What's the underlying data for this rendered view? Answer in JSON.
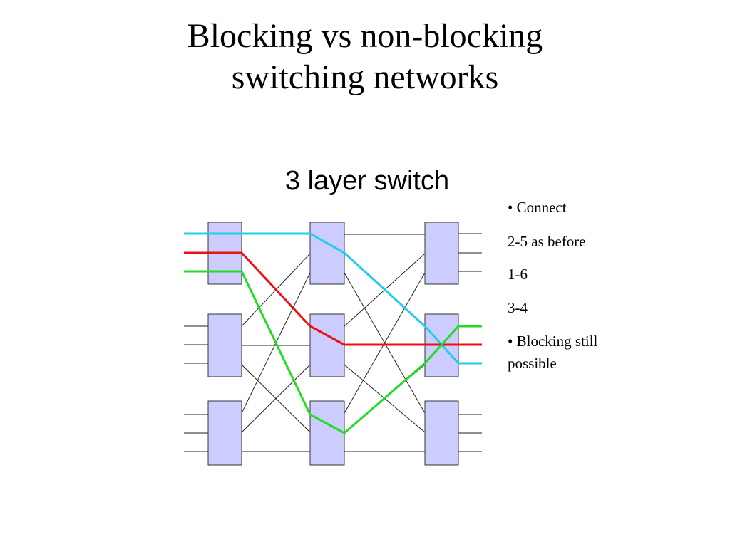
{
  "slide": {
    "title_line1": "Blocking vs non-blocking",
    "title_line2": "switching networks"
  },
  "diagram": {
    "heading": "3 layer switch",
    "colors": {
      "switch_fill": "#ccccff",
      "switch_stroke": "#333333",
      "wire": "#222222",
      "path_blue": "#22ccee",
      "path_red": "#ee1111",
      "path_green": "#22dd22"
    }
  },
  "notes": {
    "line1": "• Connect",
    "line2": "2-5 as before",
    "line3": "1-6",
    "line4": "3-4",
    "line5": "• Blocking still",
    "line6": "possible"
  }
}
